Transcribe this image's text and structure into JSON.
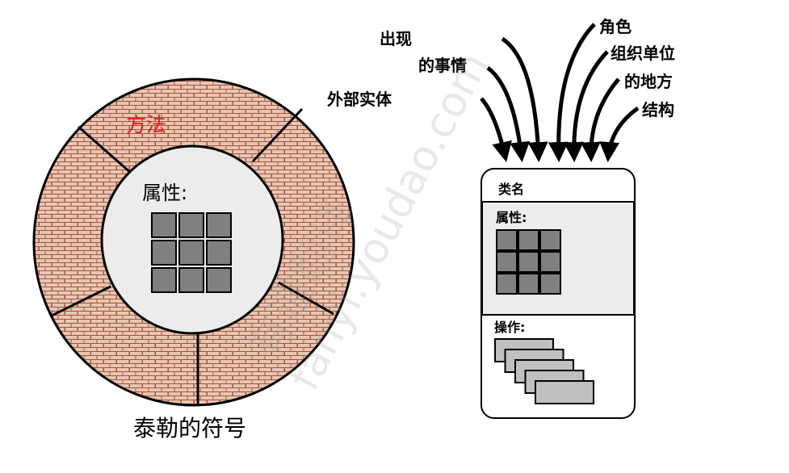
{
  "left": {
    "methods_label": "方法",
    "attributes_label": "属性:",
    "caption": "泰勒的符号"
  },
  "right": {
    "sources": [
      "出现",
      "的事情",
      "外部实体",
      "角色",
      "组织单位",
      "的地方",
      "结构"
    ],
    "class_name": "类名",
    "attributes_label": "属性:",
    "operations_label": "操作:"
  },
  "watermark": {
    "text": "有道翻译",
    "url": "fanyi.youdao.com"
  },
  "colors": {
    "ring_fill": "#e9c6b4",
    "brick_line": "#a1563d",
    "methods_text": "#e0201c",
    "core_fill": "#ececec",
    "grid_cell": "#808080",
    "attr_panel": "#ececec",
    "op_card": "#c0c0c0"
  }
}
